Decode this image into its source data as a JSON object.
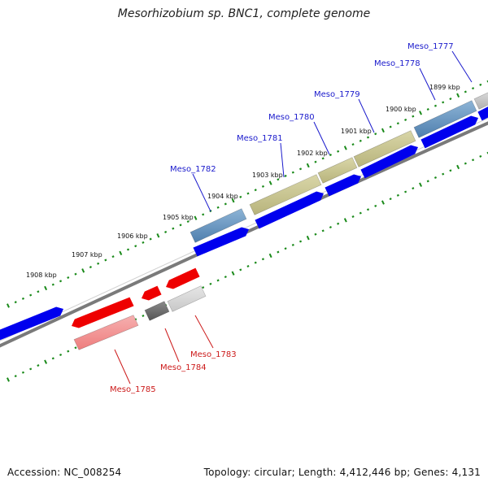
{
  "title": "Mesorhizobium sp. BNC1, complete genome",
  "accession": "Accession: NC_008254",
  "summary": "Topology: circular; Length: 4,412,446 bp; Genes: 4,131",
  "colors": {
    "forward_label": "#1a1acc",
    "reverse_label": "#cc1a1a",
    "blue": "#0000ee",
    "red": "#ee0000",
    "steelblue": "#4f7fae",
    "olive": "#b8b47c",
    "gray": "#b0b0b0",
    "lightgray": "#c8c8c8",
    "darkgray": "#555555",
    "pink": "#ee7d7d",
    "backbone": "#7a7a7a",
    "tick": "#1a8a1a"
  },
  "ticks": [
    "1899 kbp",
    "1900 kbp",
    "1901 kbp",
    "1902 kbp",
    "1903 kbp",
    "1904 kbp",
    "1905 kbp",
    "1906 kbp",
    "1907 kbp",
    "1908 kbp"
  ],
  "forward_labels": [
    "Meso_1777",
    "Meso_1778",
    "Meso_1779",
    "Meso_1780",
    "Meso_1781",
    "Meso_1782"
  ],
  "reverse_labels": [
    "Meso_1783",
    "Meso_1784",
    "Meso_1785"
  ]
}
